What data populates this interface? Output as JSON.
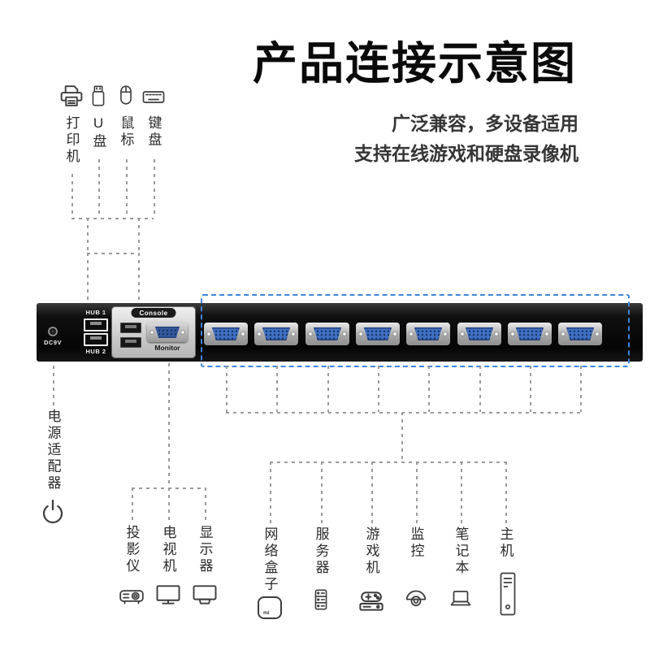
{
  "header": {
    "title": "产品连接示意图",
    "subtitle_line1": "广泛兼容，多设备适用",
    "subtitle_line2": "支持在线游戏和硬盘录像机"
  },
  "top_devices": [
    {
      "label": "打印机"
    },
    {
      "label": "U盘"
    },
    {
      "label": "鼠标"
    },
    {
      "label": "键盘"
    }
  ],
  "kvm": {
    "power_port_label": "DC9V",
    "hub1_label": "HUB 1",
    "hub2_label": "HUB 2",
    "console_label": "Console",
    "monitor_label": "Monitor",
    "vga_port_count": 8
  },
  "power_adapter": {
    "label": "电源适配器"
  },
  "display_devices": [
    {
      "label": "投影仪"
    },
    {
      "label": "电视机"
    },
    {
      "label": "显示器"
    }
  ],
  "source_devices": [
    {
      "label": "网络盒子",
      "mark": "mi"
    },
    {
      "label": "服务器"
    },
    {
      "label": "游戏机"
    },
    {
      "label": "监控"
    },
    {
      "label": "笔记本"
    },
    {
      "label": "主机"
    }
  ],
  "colors": {
    "highlight_dashed": "#3f86d8",
    "vga_blue": "#3f6fc1",
    "device_black": "#101010",
    "connector_gray": "#9b9b9b"
  }
}
